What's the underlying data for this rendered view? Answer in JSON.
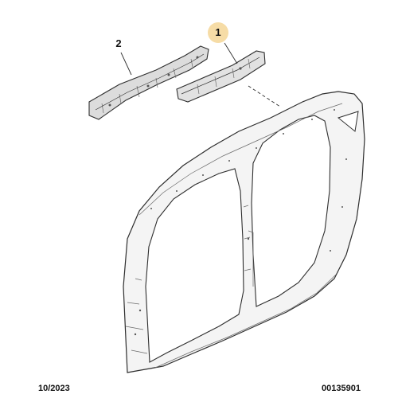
{
  "callouts": [
    {
      "label": "1",
      "highlighted": true
    },
    {
      "label": "2",
      "highlighted": false
    }
  ],
  "footer": {
    "date": "10/2023",
    "reference": "00135901"
  },
  "colors": {
    "highlight": "#f6dca6",
    "outline": "#2e2e2e",
    "panel_fill": "#f4f4f4",
    "part_fill": "#dcdcdc",
    "text": "#111111"
  }
}
